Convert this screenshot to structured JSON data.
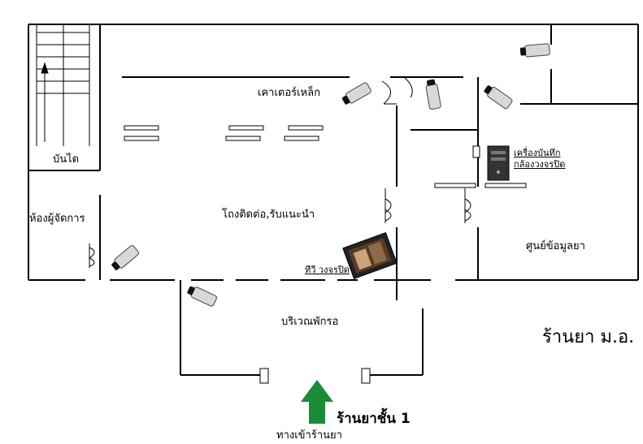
{
  "labels": {
    "stairs": "บันได",
    "manager_room": "ห้องผู้จัดการ",
    "steel_counter": "เคาเตอร์เหล็ก",
    "reception": "โถงติดต่อ,รับแนะนำ",
    "recorder": "เครื่องบันทึก",
    "recorder_line2": "กล้องวงจรปิด",
    "drug_info_center": "ศูนย์ข้อมูลยา",
    "cctv_tv": "ทีวี วงจรปิด",
    "waiting_area": "บริเวณพักรอ",
    "store_name": "ร้านยา ม.อ.",
    "floor": "ร้านยาชั้น  1",
    "entrance": "ทางเข้าร้านยา"
  },
  "icons": {
    "camera": "cctv-camera-icon",
    "recorder": "dvr-computer-icon",
    "tv": "tv-monitor-icon",
    "arrow": "entrance-arrow-icon"
  },
  "colors": {
    "arrow": "#1a8c35",
    "walls": "#000000"
  }
}
